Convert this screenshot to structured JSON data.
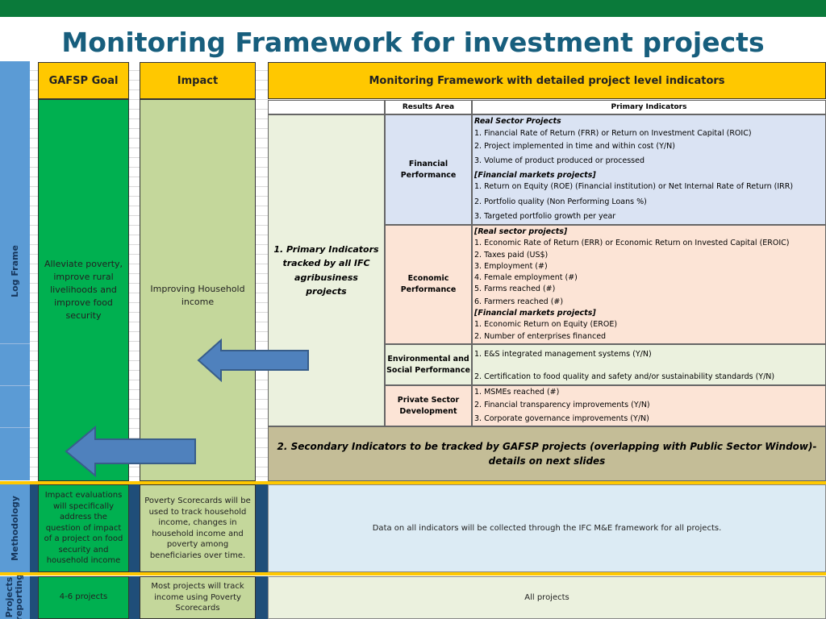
{
  "title": "Monitoring Framework for investment projects",
  "side_labels": {
    "log_frame": "Log Frame",
    "methodology": "Methodology",
    "projects_reporting_line1": "Projects",
    "projects_reporting_line2": "reporting"
  },
  "headers": {
    "goal": "GAFSP Goal",
    "impact": "Impact",
    "monitoring": "Monitoring Framework with detailed project level indicators"
  },
  "table_headers": {
    "results_area": "Results Area",
    "primary_indicators": "Primary Indicators"
  },
  "goal_text": "Alleviate poverty, improve rural livelihoods and improve food security",
  "impact_text": "Improving Household income",
  "primary_label": "1. Primary Indicators tracked by all IFC agribusiness projects",
  "results_areas": [
    {
      "name": "Financial Performance",
      "lines": [
        "Real Sector Projects",
        "1. Financial Rate of Return (FRR) or Return on Investment Capital (ROIC)",
        "2. Project implemented in time and within cost (Y/N)",
        "3. Volume of product produced or processed",
        "[Financial markets projects]",
        "1. Return on Equity (ROE) (Financial institution) or Net Internal Rate of Return (IRR)",
        "2. Portfolio quality (Non Performing Loans %)",
        "3. Targeted portfolio growth per year"
      ]
    },
    {
      "name": "Economic Performance",
      "lines": [
        "[Real sector projects]",
        "1. Economic Rate of Return (ERR) or Economic Return on Invested Capital (EROIC)",
        "2. Taxes paid (US$)",
        "3. Employment (#)",
        "4. Female employment (#)",
        "5. Farms reached (#)",
        "6. Farmers reached (#)",
        "[Financial markets projects]",
        "1. Economic Return on Equity (EROE)",
        "2. Number of enterprises financed"
      ]
    },
    {
      "name": "Environmental and Social Performance",
      "lines": [
        "1. E&S integrated management systems (Y/N)",
        "2. Certification to food quality and safety and/or sustainability standards (Y/N)"
      ]
    },
    {
      "name": "Private Sector Development",
      "lines": [
        "1. MSMEs reached (#)",
        "2. Financial transparency improvements (Y/N)",
        "3. Corporate governance improvements (Y/N)"
      ]
    }
  ],
  "secondary_text": "2. Secondary Indicators to be tracked by GAFSP projects (overlapping with Public Sector Window)-details on next slides",
  "methodology": {
    "goal": "Impact evaluations will specifically address the question of impact of a project on food security and household income",
    "impact": "Poverty Scorecards will be used to track household income, changes in household income and poverty among beneficiaries over time.",
    "monitoring": "Data on all indicators will be collected through the IFC M&E framework for all projects."
  },
  "reporting": {
    "goal": "4-6 projects",
    "impact": "Most projects will track income using Poverty Scorecards",
    "monitoring": "All projects"
  },
  "colors": {
    "top_bar": "#0a7a3a",
    "title": "#175e7d",
    "header_fill": "#ffc800",
    "goal_fill": "#00b050",
    "impact_fill": "#c4d79b",
    "sidebar": "#5b9bd5",
    "arrow": "#4f81bd",
    "secondary_fill": "#c4bd97"
  },
  "icons": [
    "left-arrow-icon"
  ]
}
